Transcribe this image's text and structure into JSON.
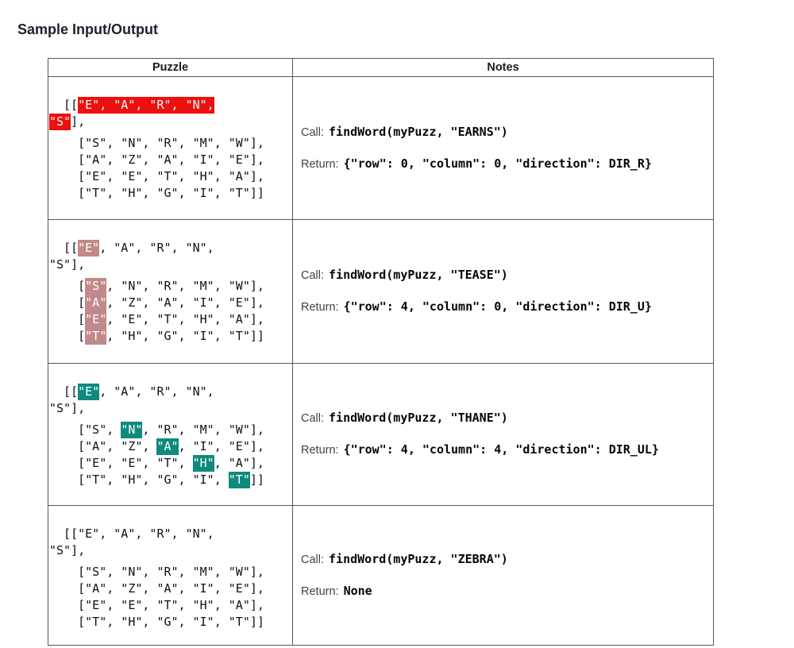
{
  "page": {
    "title": "Sample Input/Output"
  },
  "table": {
    "headers": {
      "puzzle": "Puzzle",
      "notes": "Notes"
    },
    "grid": [
      [
        "E",
        "A",
        "R",
        "N",
        "S"
      ],
      [
        "S",
        "N",
        "R",
        "M",
        "W"
      ],
      [
        "A",
        "Z",
        "A",
        "I",
        "E"
      ],
      [
        "E",
        "E",
        "T",
        "H",
        "A"
      ],
      [
        "T",
        "H",
        "G",
        "I",
        "T"
      ]
    ],
    "rows": [
      {
        "call_label": "Call:",
        "call_code": "findWord(myPuzz, \"EARNS\")",
        "return_label": "Return:",
        "return_code": "{\"row\": 0, \"column\": 0, \"direction\": DIR_R}",
        "highlight_color": "#ee0f0f",
        "highlight_cells": [
          [
            0,
            0
          ],
          [
            0,
            1
          ],
          [
            0,
            2
          ],
          [
            0,
            3
          ],
          [
            0,
            4
          ]
        ],
        "puzzle_lines": [
          [
            {
              "t": "  [[",
              "h": false
            },
            {
              "t": "\"E\", \"A\", \"R\", \"N\",",
              "h": true
            }
          ],
          [
            {
              "t": "\"S\"",
              "h": true
            },
            {
              "t": "],",
              "h": false
            }
          ],
          [
            {
              "t": "    [\"S\", \"N\", \"R\", \"M\", \"W\"],",
              "h": false
            }
          ],
          [
            {
              "t": "    [\"A\", \"Z\", \"A\", \"I\", \"E\"],",
              "h": false
            }
          ],
          [
            {
              "t": "    [\"E\", \"E\", \"T\", \"H\", \"A\"],",
              "h": false
            }
          ],
          [
            {
              "t": "    [\"T\", \"H\", \"G\", \"I\", \"T\"]]",
              "h": false
            }
          ]
        ]
      },
      {
        "call_label": "Call:",
        "call_code": "findWord(myPuzz, \"TEASE\")",
        "return_label": "Return:",
        "return_code": "{\"row\": 4, \"column\": 0, \"direction\": DIR_U}",
        "highlight_color": "#c18989",
        "highlight_cells": [
          [
            0,
            0
          ],
          [
            1,
            0
          ],
          [
            2,
            0
          ],
          [
            3,
            0
          ],
          [
            4,
            0
          ]
        ],
        "puzzle_lines": [
          [
            {
              "t": "  [[",
              "h": false
            },
            {
              "t": "\"E\"",
              "h": true
            },
            {
              "t": ", \"A\", \"R\", \"N\",",
              "h": false
            }
          ],
          [
            {
              "t": "\"S\"],",
              "h": false
            }
          ],
          [
            {
              "t": "    [",
              "h": false
            },
            {
              "t": "\"S\"",
              "h": true
            },
            {
              "t": ", \"N\", \"R\", \"M\", \"W\"],",
              "h": false
            }
          ],
          [
            {
              "t": "    [",
              "h": false
            },
            {
              "t": "\"A\"",
              "h": true
            },
            {
              "t": ", \"Z\", \"A\", \"I\", \"E\"],",
              "h": false
            }
          ],
          [
            {
              "t": "    [",
              "h": false
            },
            {
              "t": "\"E\"",
              "h": true
            },
            {
              "t": ", \"E\", \"T\", \"H\", \"A\"],",
              "h": false
            }
          ],
          [
            {
              "t": "    [",
              "h": false
            },
            {
              "t": "\"T\"",
              "h": true
            },
            {
              "t": ", \"H\", \"G\", \"I\", \"T\"]]",
              "h": false
            }
          ]
        ]
      },
      {
        "call_label": "Call:",
        "call_code": "findWord(myPuzz, \"THANE\")",
        "return_label": "Return:",
        "return_code": "{\"row\": 4, \"column\": 4, \"direction\": DIR_UL}",
        "highlight_color": "#0e8a7d",
        "highlight_cells": [
          [
            0,
            0
          ],
          [
            1,
            1
          ],
          [
            2,
            2
          ],
          [
            3,
            3
          ],
          [
            4,
            4
          ]
        ],
        "puzzle_lines": [
          [
            {
              "t": "  [[",
              "h": false
            },
            {
              "t": "\"E\"",
              "h": true
            },
            {
              "t": ", \"A\", \"R\", \"N\",",
              "h": false
            }
          ],
          [
            {
              "t": "\"S\"],",
              "h": false
            }
          ],
          [
            {
              "t": "    [\"S\", ",
              "h": false
            },
            {
              "t": "\"N\"",
              "h": true
            },
            {
              "t": ", \"R\", \"M\", \"W\"],",
              "h": false
            }
          ],
          [
            {
              "t": "    [\"A\", \"Z\", ",
              "h": false
            },
            {
              "t": "\"A\"",
              "h": true
            },
            {
              "t": ", \"I\", \"E\"],",
              "h": false
            }
          ],
          [
            {
              "t": "    [\"E\", \"E\", \"T\", ",
              "h": false
            },
            {
              "t": "\"H\"",
              "h": true
            },
            {
              "t": ", \"A\"],",
              "h": false
            }
          ],
          [
            {
              "t": "    [\"T\", \"H\", \"G\", \"I\", ",
              "h": false
            },
            {
              "t": "\"T\"",
              "h": true
            },
            {
              "t": "]]",
              "h": false
            }
          ]
        ]
      },
      {
        "call_label": "Call:",
        "call_code": "findWord(myPuzz, \"ZEBRA\")",
        "return_label": "Return:",
        "return_code": "None",
        "highlight_color": null,
        "highlight_cells": [],
        "puzzle_lines": [
          [
            {
              "t": "  [[\"E\", \"A\", \"R\", \"N\",",
              "h": false
            }
          ],
          [
            {
              "t": "\"S\"],",
              "h": false
            }
          ],
          [
            {
              "t": "    [\"S\", \"N\", \"R\", \"M\", \"W\"],",
              "h": false
            }
          ],
          [
            {
              "t": "    [\"A\", \"Z\", \"A\", \"I\", \"E\"],",
              "h": false
            }
          ],
          [
            {
              "t": "    [\"E\", \"E\", \"T\", \"H\", \"A\"],",
              "h": false
            }
          ],
          [
            {
              "t": "    [\"T\", \"H\", \"G\", \"I\", \"T\"]]",
              "h": false
            }
          ]
        ]
      }
    ]
  }
}
